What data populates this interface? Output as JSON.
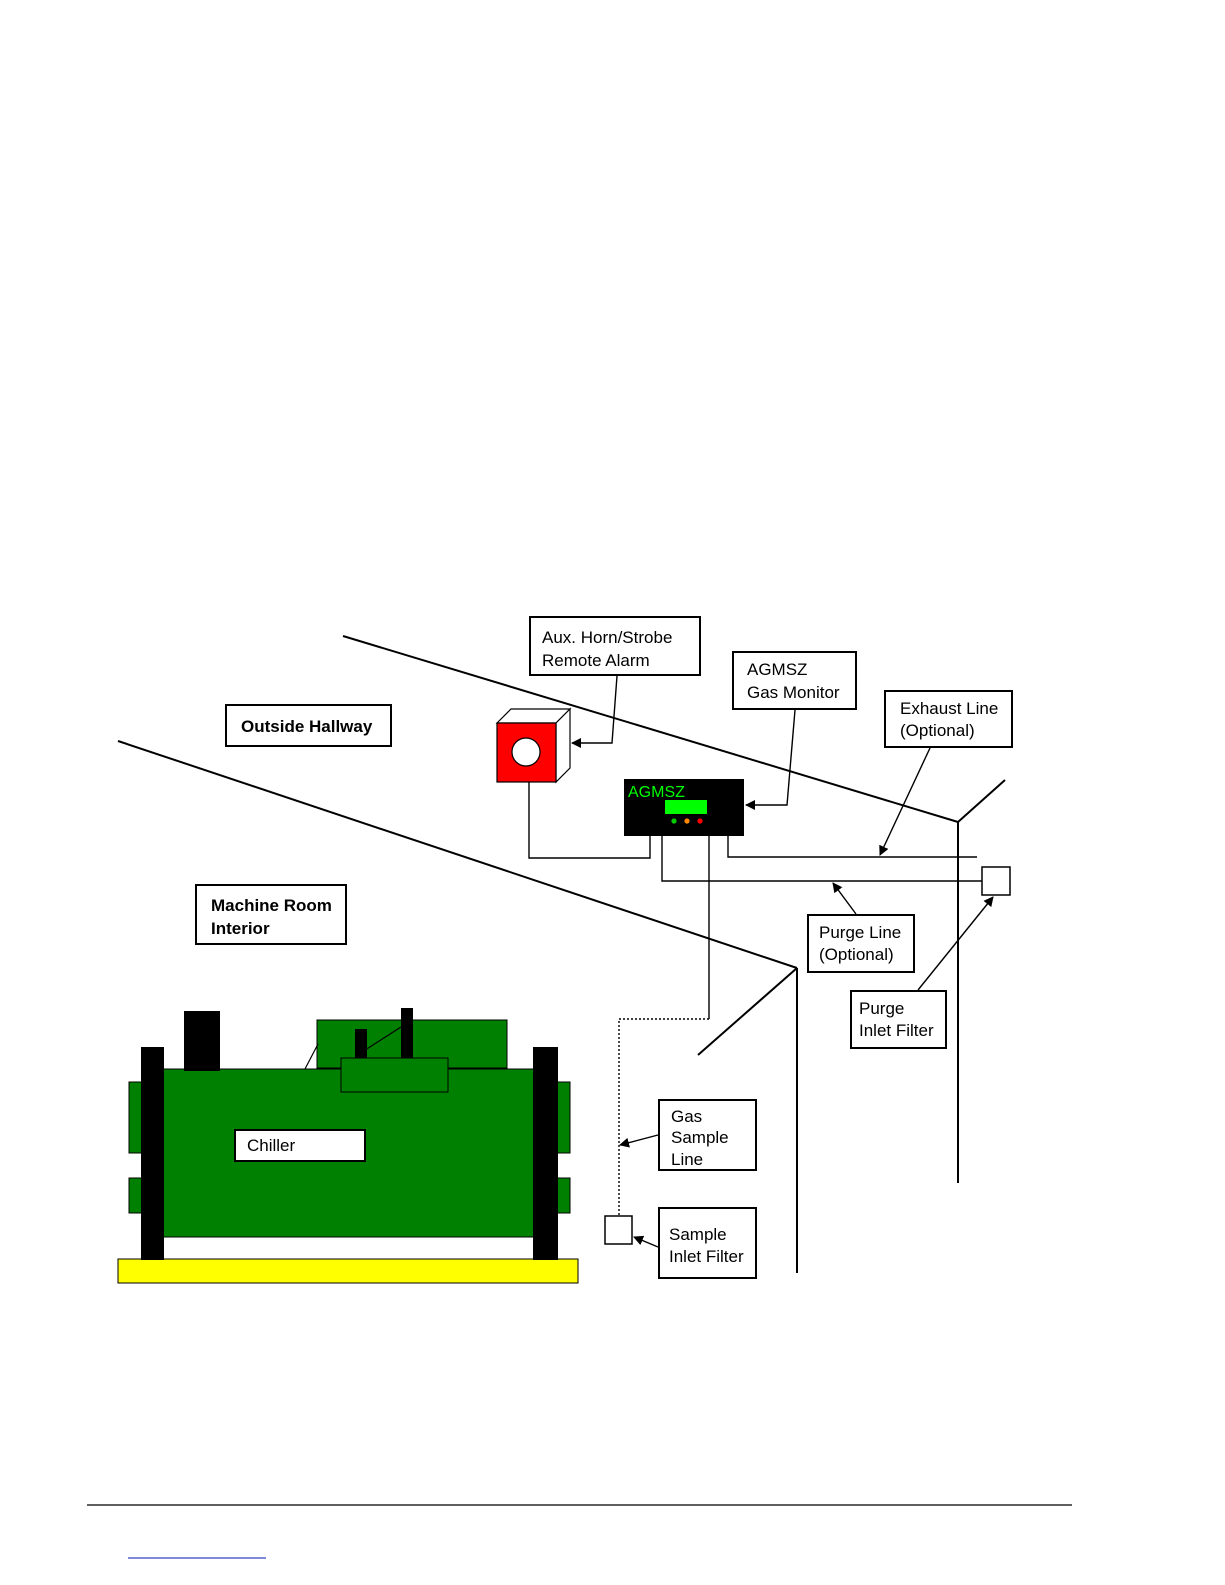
{
  "colors": {
    "chiller": "#008000",
    "base": "#ffff00",
    "alarm": "#ff0000",
    "monitor_body": "#000000",
    "monitor_text": "#00ff00",
    "led_green": "#00cc00",
    "led_orange": "#ff8800",
    "led_red": "#ff0000"
  },
  "labels": {
    "outside_hallway": "Outside Hallway",
    "machine_room": [
      "Machine Room",
      "Interior"
    ],
    "alarm": [
      "Aux. Horn/Strobe",
      "Remote Alarm"
    ],
    "gas_monitor": [
      "AGMSZ",
      "Gas Monitor"
    ],
    "exhaust_line": [
      "Exhaust Line",
      "(Optional)"
    ],
    "purge_line": [
      "Purge Line",
      "(Optional)"
    ],
    "purge_inlet_filter": [
      "Purge",
      "Inlet Filter"
    ],
    "gas_sample_line": [
      "Gas",
      "Sample",
      "Line"
    ],
    "sample_inlet_filter": [
      "Sample",
      "Inlet Filter"
    ],
    "chiller": "Chiller",
    "monitor_display": "AGMSZ"
  }
}
